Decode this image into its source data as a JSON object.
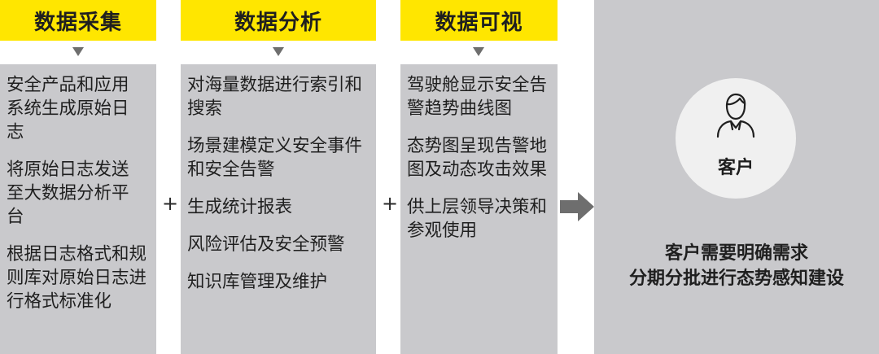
{
  "columns": [
    {
      "title": "数据采集",
      "items": [
        "安全产品和应用系统生成原始日志",
        "将原始日志发送至大数据分析平台",
        "根据日志格式和规则库对原始日志进行格式标准化"
      ]
    },
    {
      "title": "数据分析",
      "items": [
        "对海量数据进行索引和搜索",
        "场景建模定义安全事件和安全告警",
        "生成统计报表",
        "风险评估及安全预警",
        "知识库管理及维护"
      ]
    },
    {
      "title": "数据可视",
      "items": [
        "驾驶舱显示安全告警趋势曲线图",
        "态势图呈现告警地图及动态攻击效果",
        "供上层领导决策和参观使用"
      ]
    }
  ],
  "operators": [
    "+",
    "+"
  ],
  "customer": {
    "label": "客户",
    "requirement_line1": "客户需要明确需求",
    "requirement_line2": "分期分批进行态势感知建设"
  },
  "colors": {
    "header": "#ffe600",
    "panel": "#c9c9cc",
    "arrow": "#6e6e6e",
    "circle": "#f0f0f0"
  },
  "icons": {
    "customer": "person-icon",
    "flow": "arrow-right-icon",
    "pointer": "triangle-down-icon"
  }
}
